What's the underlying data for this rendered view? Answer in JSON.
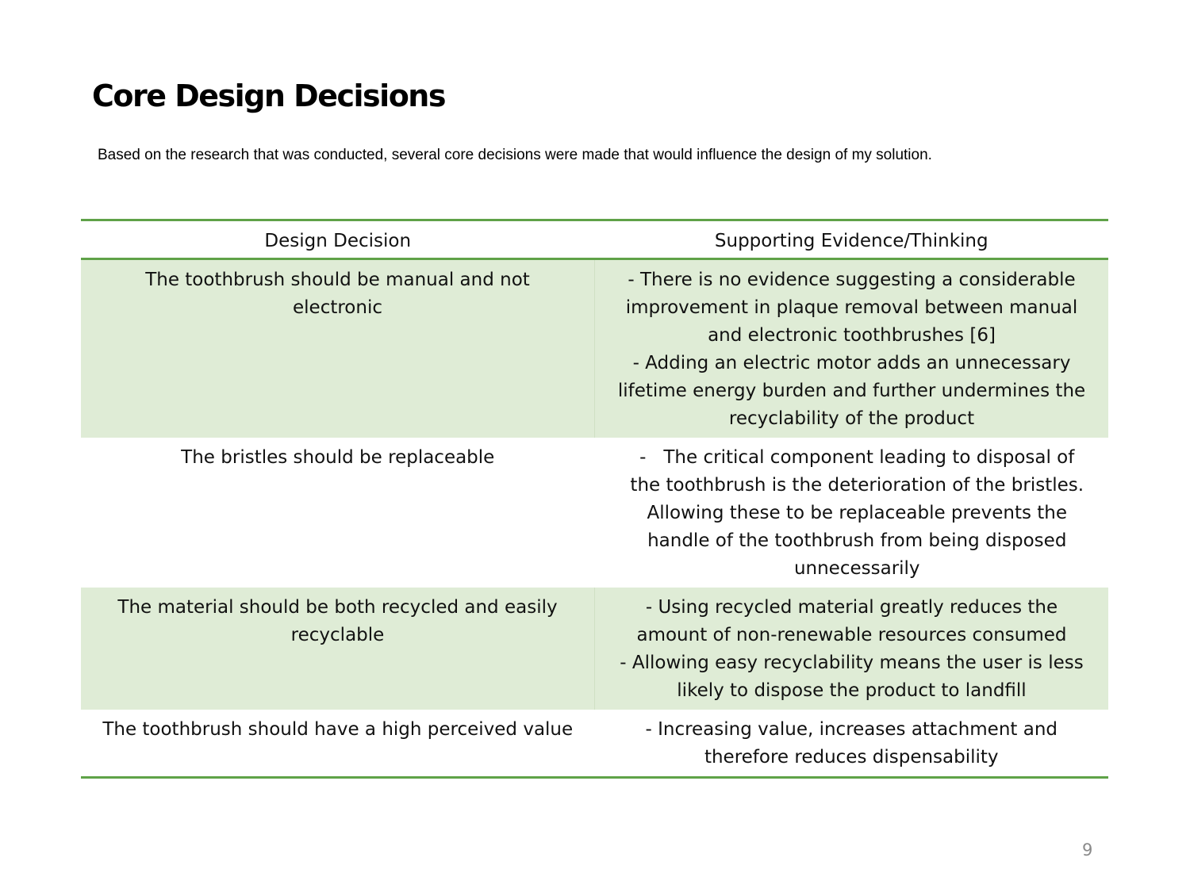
{
  "title": "Core Design Decisions",
  "subtitle": "Based on the research that was conducted, several core decisions were made that would influence the design of my solution.",
  "table": {
    "headers": [
      "Design Decision",
      "Supporting Evidence/Thinking"
    ],
    "rows": [
      {
        "decision": "The toothbrush should be manual and not electronic",
        "evidence": [
          "- There is no evidence suggesting a considerable improvement in plaque removal between manual and electronic toothbrushes [6]",
          "- Adding an electric motor adds an unnecessary lifetime energy burden and further undermines the recyclability of the product"
        ]
      },
      {
        "decision": "The bristles should be replaceable",
        "evidence": [
          "-   The critical component leading to disposal of the toothbrush is the deterioration of the bristles. Allowing these to be replaceable prevents the handle of the toothbrush from being disposed unnecessarily"
        ]
      },
      {
        "decision": "The material should be both recycled and easily recyclable",
        "evidence": [
          "- Using recycled material greatly reduces the amount of non-renewable resources consumed",
          "- Allowing easy recyclability means the user is less likely to dispose the product to landfill"
        ]
      },
      {
        "decision": "The toothbrush should have a high perceived value",
        "evidence": [
          "- Increasing value, increases attachment and therefore reduces dispensability"
        ]
      }
    ]
  },
  "page_number": "9",
  "colors": {
    "accent_green": "#5fa248",
    "row_shade": "#dfecd6"
  }
}
